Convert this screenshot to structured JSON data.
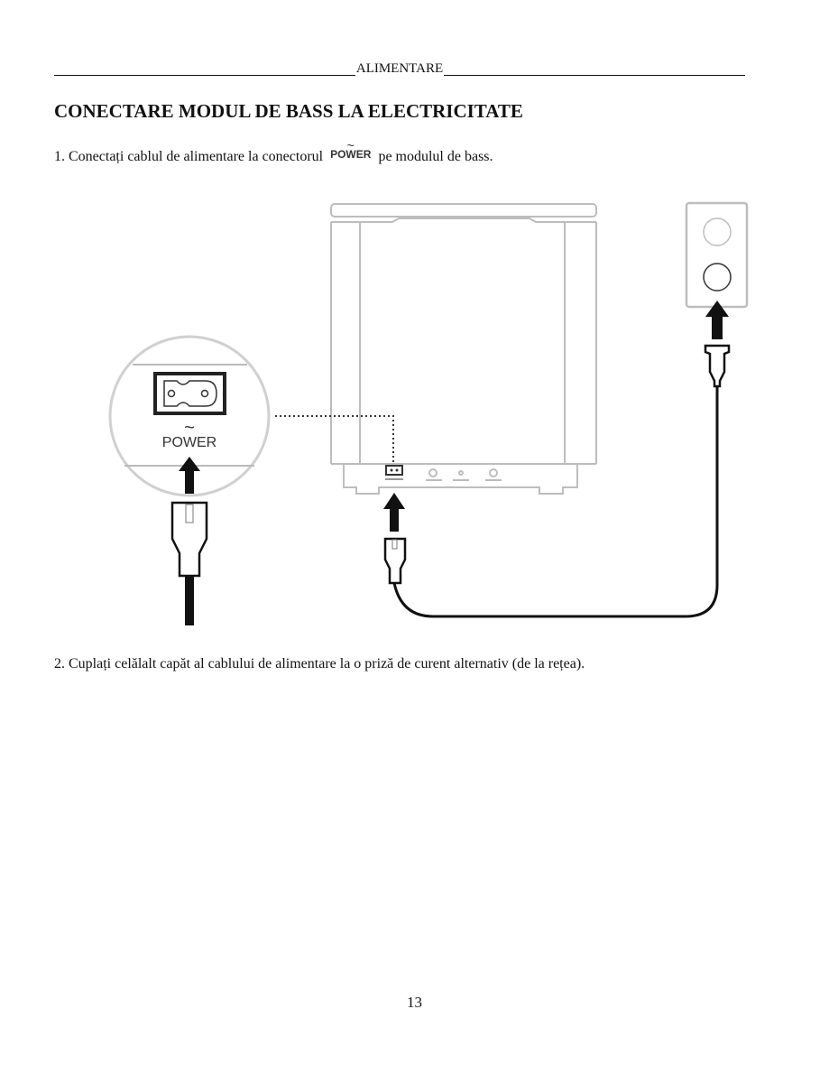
{
  "header": {
    "section_title": "ALIMENTARE"
  },
  "heading": "CONECTARE MODUL DE BASS LA ELECTRICITATE",
  "steps": [
    {
      "before": "1. Conectați cablul de alimentare la conectorul",
      "icon_label": "POWER",
      "icon_symbol": "~",
      "after": "pe modulul de bass."
    },
    {
      "text": "2. Cuplați celălalt capăt al cablului de alimentare la o priză de curent alternativ (de la rețea)."
    }
  ],
  "figure": {
    "callout_label": "POWER",
    "callout_symbol": "~",
    "icons": [
      "bass-module",
      "power-connector",
      "power-cord-plug",
      "wall-outlet",
      "up-arrow"
    ]
  },
  "page_number": "13"
}
